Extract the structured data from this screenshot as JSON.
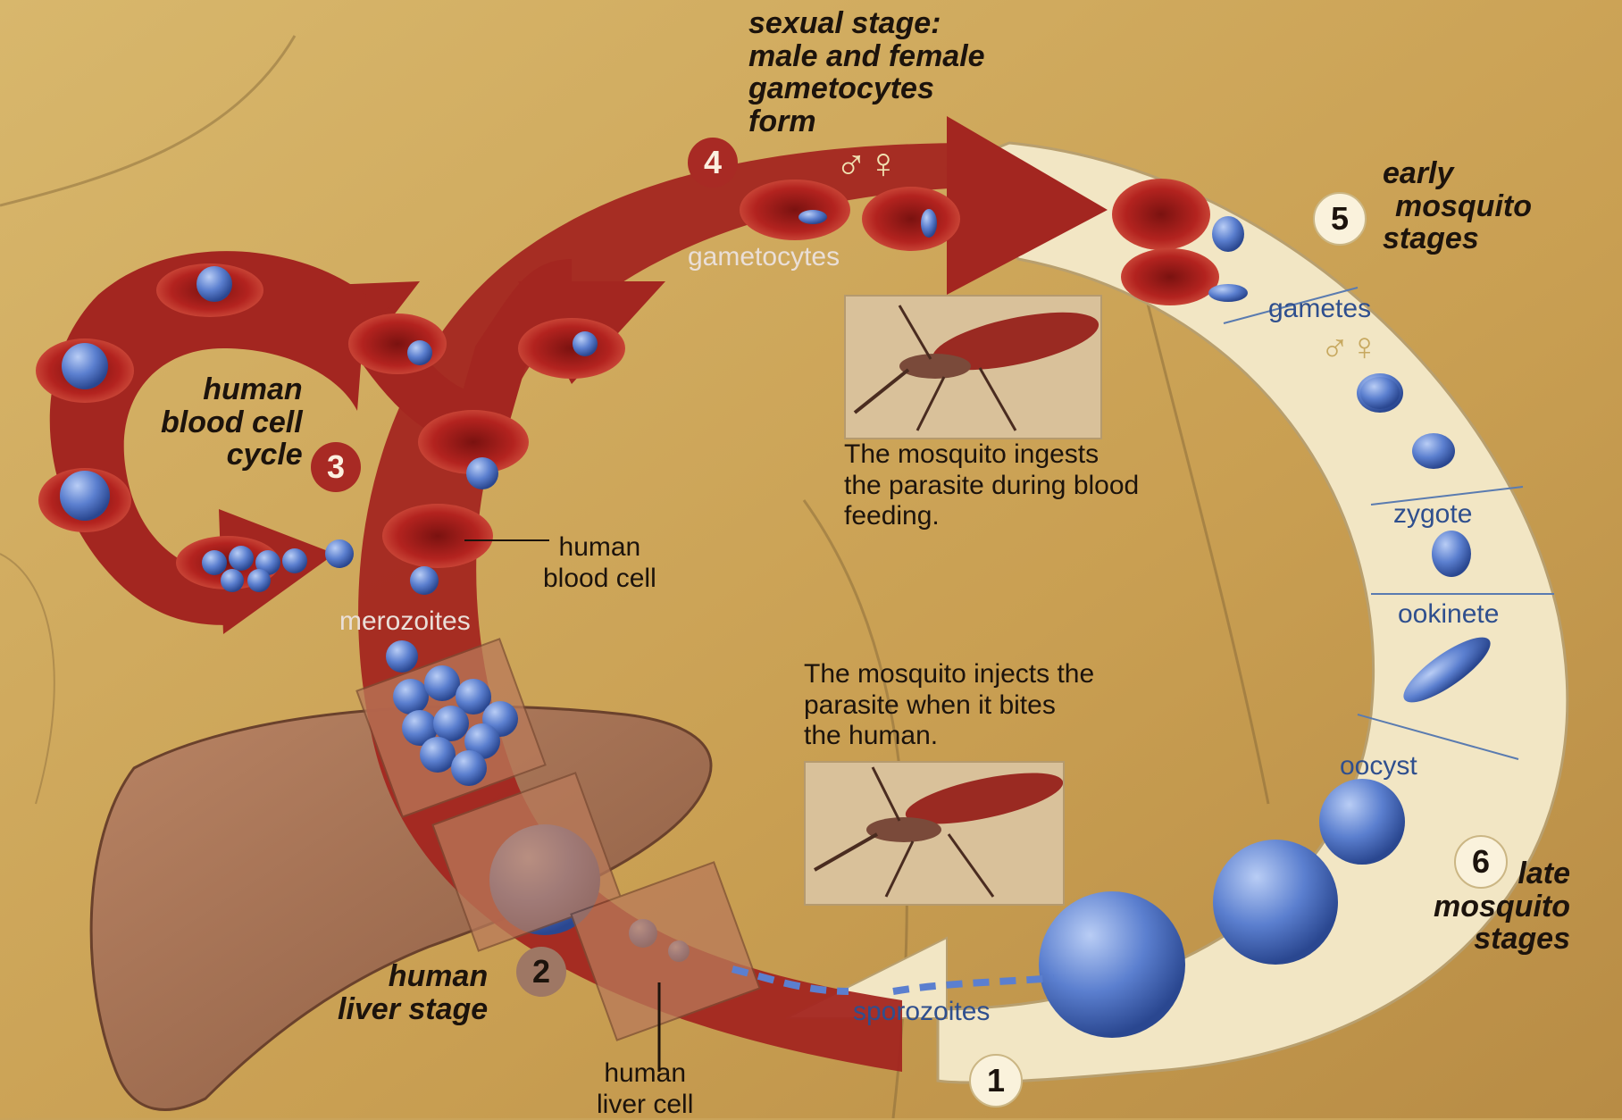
{
  "labels": {
    "sexual_stage": [
      "sexual stage:",
      "male and female",
      "gametocytes",
      "form"
    ],
    "early_stages": [
      "early",
      "mosquito",
      "stages"
    ],
    "late_stages": [
      "late",
      "mosquito",
      "stages"
    ],
    "blood_cycle": [
      "human",
      "blood cell",
      "cycle"
    ],
    "liver_stage": [
      "human",
      "liver stage"
    ],
    "gametocytes": "gametocytes",
    "gametes": "gametes",
    "zygote": "zygote",
    "ookinete": "ookinete",
    "oocyst": "oocyst",
    "merozoites": "merozoites",
    "sporozoites": "sporozoites",
    "human_blood_cell": [
      "human",
      "blood cell"
    ],
    "human_liver_cell": [
      "human",
      "liver cell"
    ],
    "ingest_note": [
      "The mosquito ingests",
      "the parasite during blood",
      "feeding."
    ],
    "inject_note": [
      "The mosquito injects the",
      "parasite when it bites",
      "the human."
    ],
    "sex_symbols": "♂♀"
  },
  "steps": {
    "s1": "1",
    "s2": "2",
    "s3": "3",
    "s4": "4",
    "s5": "5",
    "s6": "6"
  },
  "colors": {
    "background": "#c9a35a",
    "human_arrow": "#a32620",
    "mosquito_band": "#f2e6c4",
    "parasite": "#5b7fcf",
    "red_cell": "#b3231f",
    "liver": "#a06a4e"
  }
}
